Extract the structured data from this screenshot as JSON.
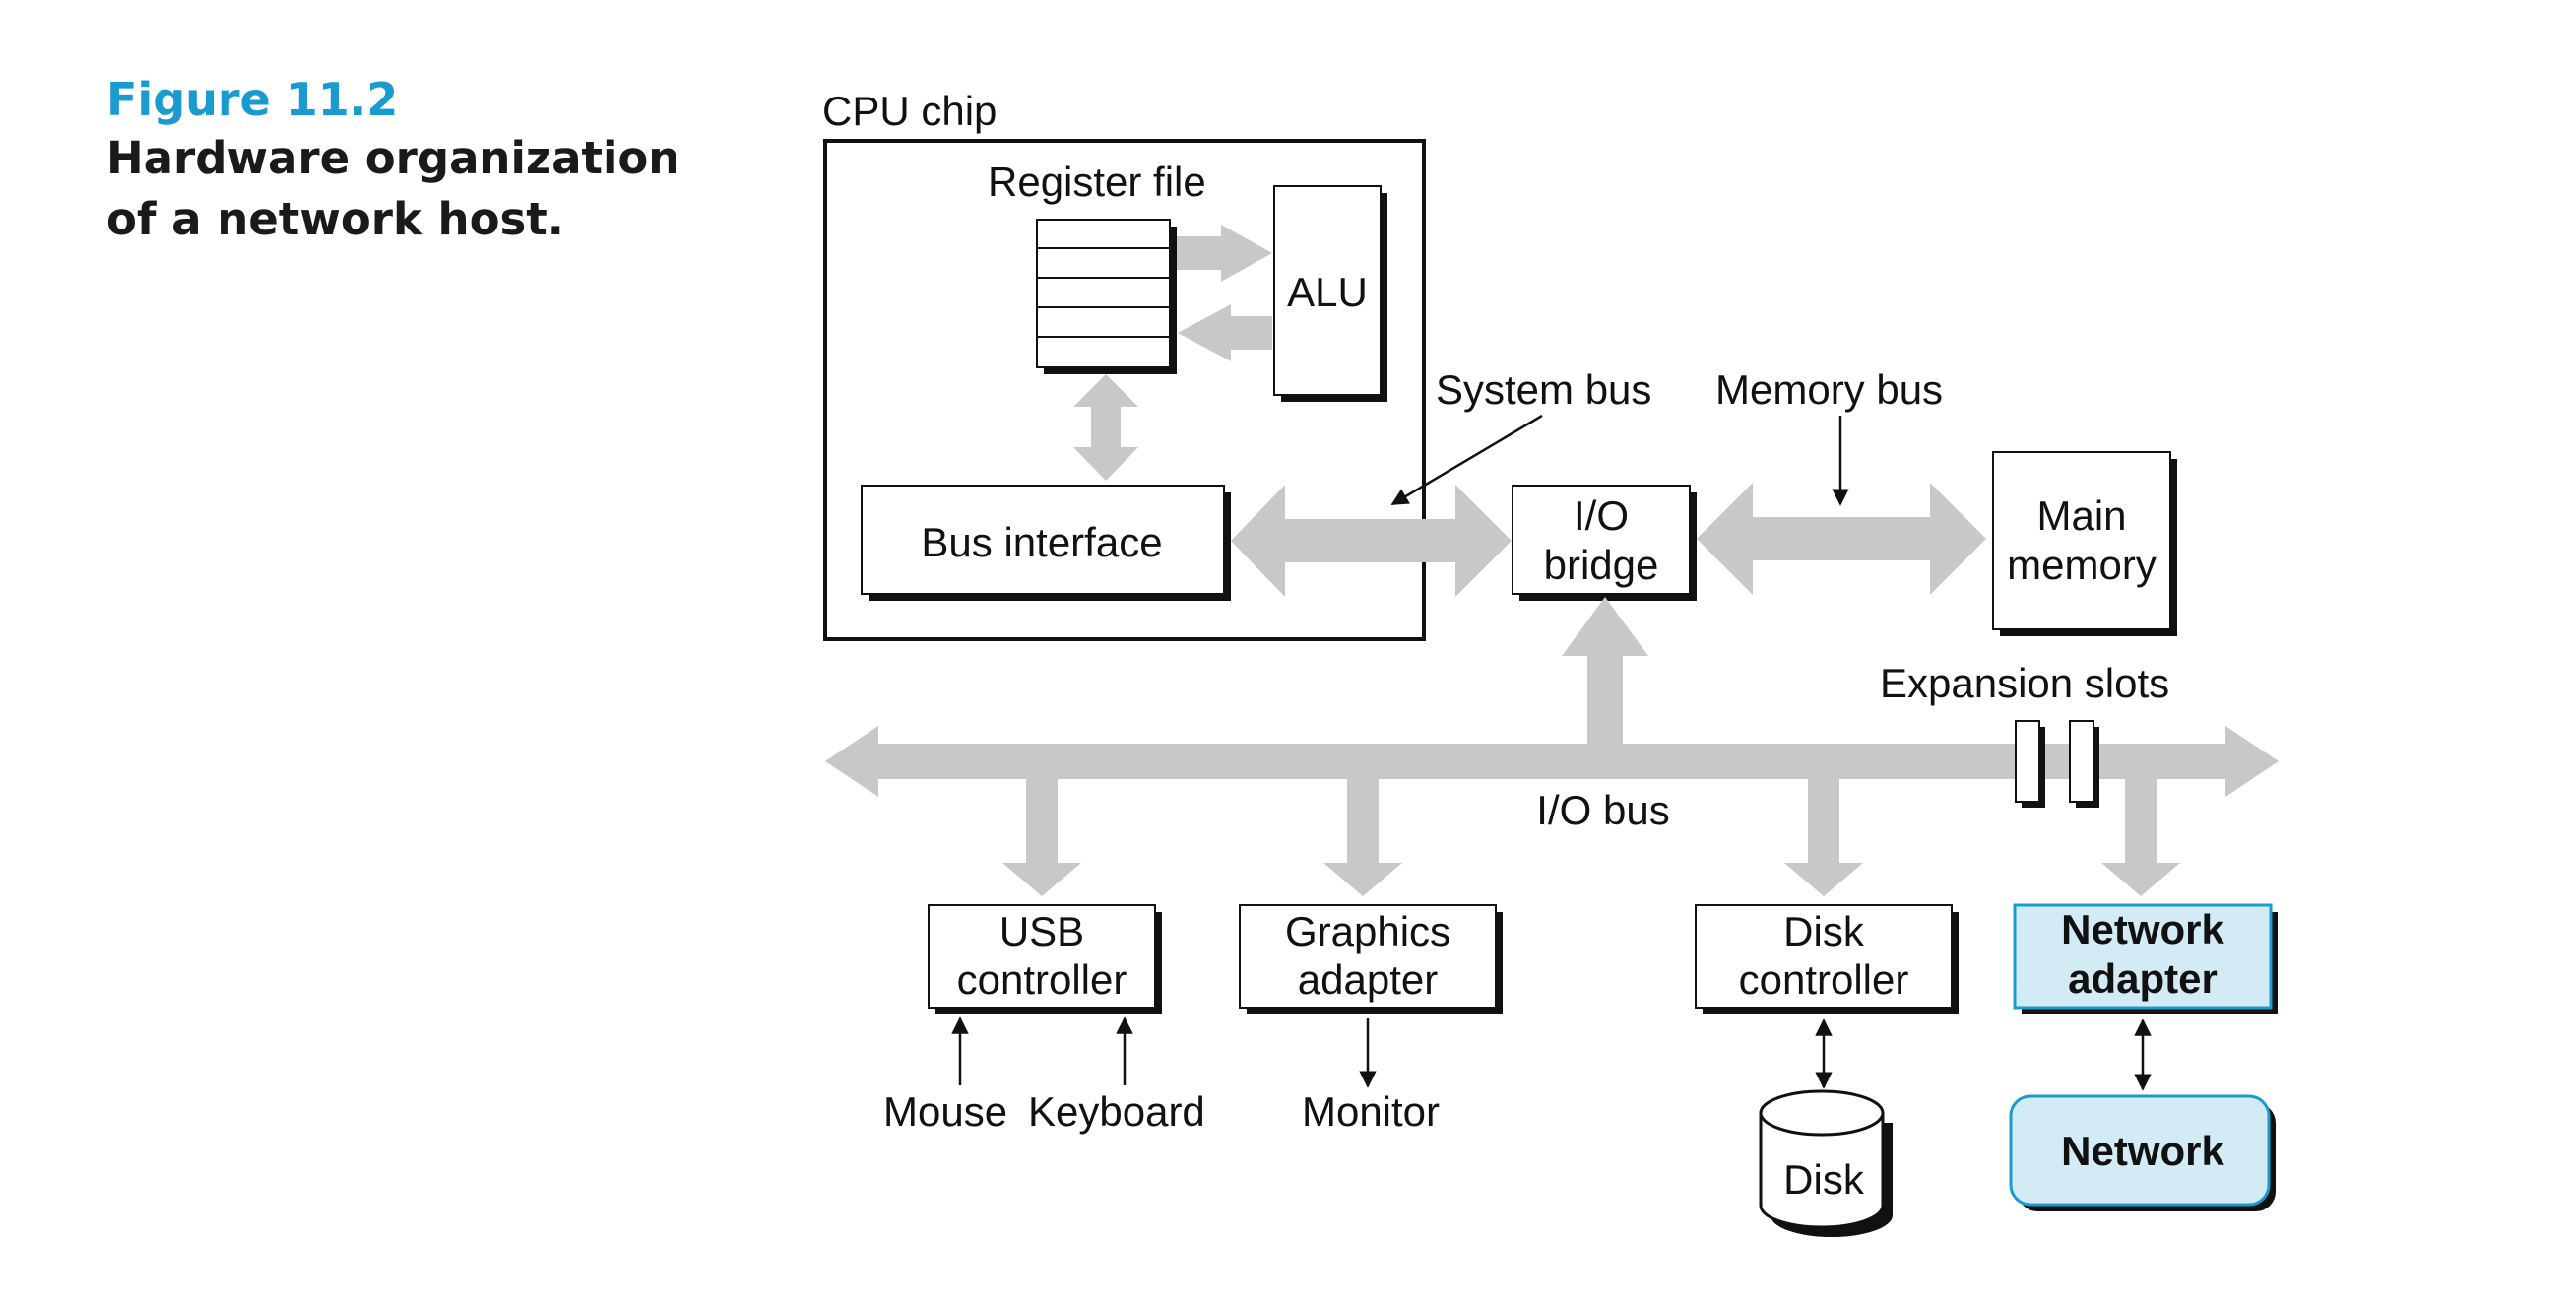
{
  "caption": {
    "figure_number": "Figure 11.2",
    "title_line1": "Hardware organization",
    "title_line2": "of a network host."
  },
  "labels": {
    "cpu_chip": "CPU chip",
    "register_file": "Register file",
    "alu": "ALU",
    "bus_interface": "Bus interface",
    "system_bus": "System bus",
    "memory_bus": "Memory bus",
    "io_bridge_line1": "I/O",
    "io_bridge_line2": "bridge",
    "main_memory_line1": "Main",
    "main_memory_line2": "memory",
    "expansion_slots": "Expansion slots",
    "io_bus": "I/O bus",
    "usb_line1": "USB",
    "usb_line2": "controller",
    "graphics_line1": "Graphics",
    "graphics_line2": "adapter",
    "disk_ctrl_line1": "Disk",
    "disk_ctrl_line2": "controller",
    "net_adapter_line1": "Network",
    "net_adapter_line2": "adapter",
    "mouse": "Mouse",
    "keyboard": "Keyboard",
    "monitor": "Monitor",
    "disk": "Disk",
    "network": "Network"
  },
  "colors": {
    "bus_gray": "#c8c8c8",
    "highlight_fill": "#d3ebf4",
    "highlight_stroke": "#1a9bd0",
    "caption_blue": "#1a9bd0"
  }
}
